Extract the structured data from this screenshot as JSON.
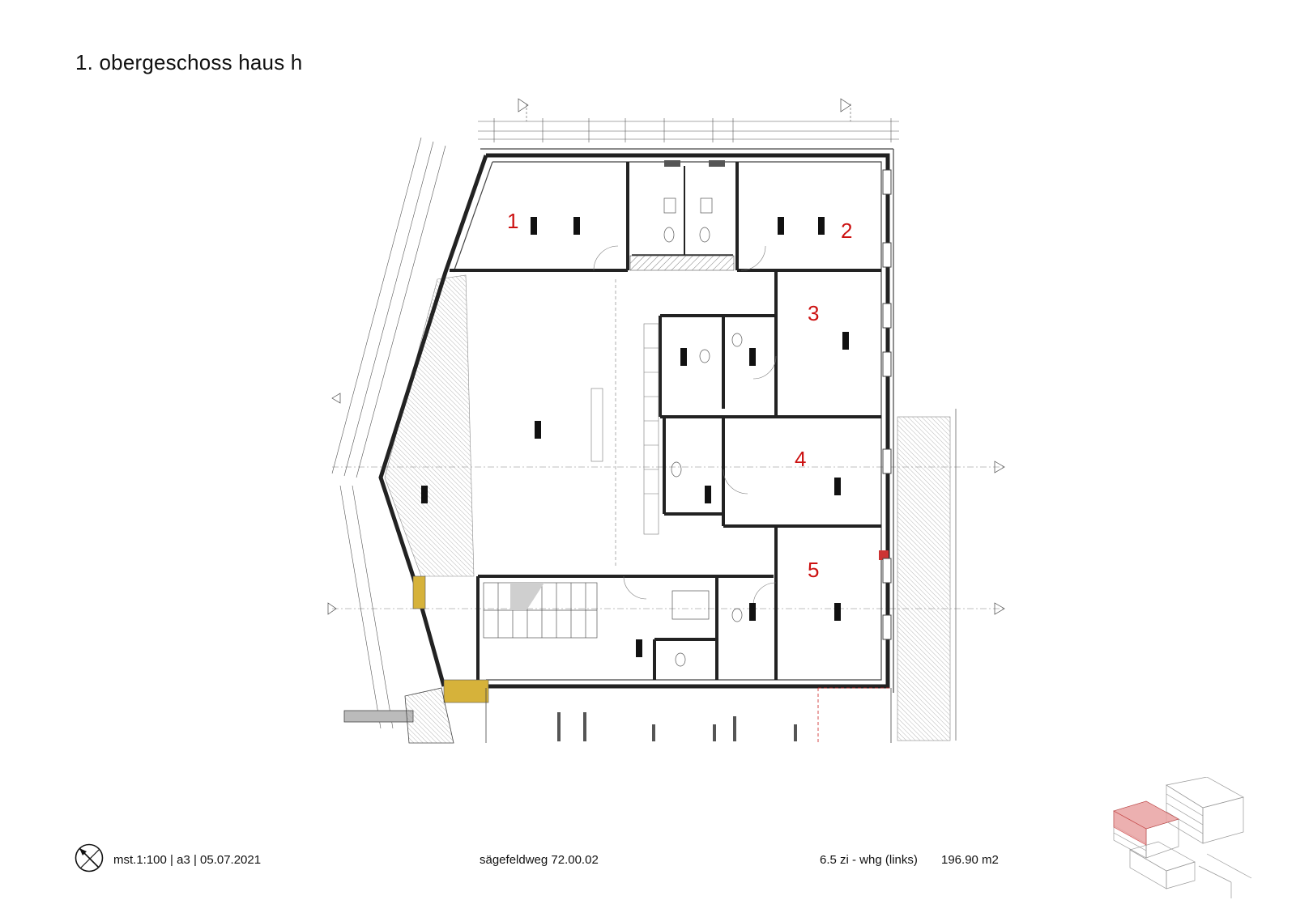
{
  "title": "1. obergeschoss haus h",
  "footer": {
    "scale_date": "mst.1:100 | a3 | 05.07.2021",
    "project": "sägefeldweg 72.00.02",
    "unit_type": "6.5 zi - whg (links)",
    "area": "196.90 m2"
  },
  "plan": {
    "room_numbers": [
      "1",
      "2",
      "3",
      "4",
      "5"
    ],
    "accent_color": "#cc1111",
    "wall_color": "#333333",
    "hatch_color": "#9a9a9a"
  },
  "icons": {
    "north_arrow": "north-arrow-icon",
    "axonometric": "axonometric-context-icon"
  }
}
